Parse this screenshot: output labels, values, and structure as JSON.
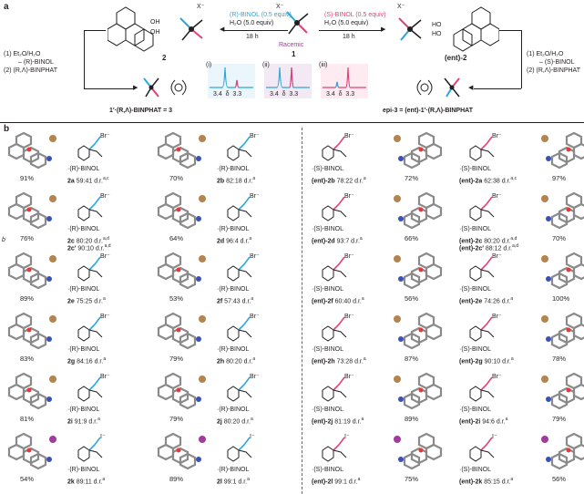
{
  "panel_a": {
    "label": "a",
    "left_reagent": "(R)-BINOL (0.5 equiv)",
    "left_reagent_2": "H₂O (5.0 equiv)",
    "right_reagent": "(S)-BINOL (0.5 equiv)",
    "right_reagent_2": "H₂O (5.0 equiv)",
    "time_left": "18 h",
    "time_right": "18 h",
    "racemic": "Racemic",
    "center_label": "1",
    "left_label": "2",
    "right_label": "(ent)-2",
    "left_steps": [
      "(1)  Et₂O/H₂O",
      "– (R)-BINOL",
      "(2)  (R,Λ)-BINPHAT"
    ],
    "right_steps": [
      "(1)  Et₂O/H₂O",
      "– (S)-BINOL",
      "(2)  (R,Λ)-BINPHAT"
    ],
    "bottom_left": "1′·(R,Λ)-BINPHAT = 3",
    "bottom_right": "epi-3 = (ent)-1′·(R,Λ)-BINPHAT",
    "nmr_panels": [
      {
        "label": "(i)",
        "ticks": [
          "3.4",
          "δ",
          "3.3"
        ],
        "color": "#2ea6dc"
      },
      {
        "label": "(ii)",
        "ticks": [
          "3.4",
          "δ",
          "3.3"
        ],
        "color": "#2ea6dc"
      },
      {
        "label": "(iii)",
        "ticks": [
          "3.4",
          "δ",
          "3.3"
        ],
        "color": "#e0437a"
      }
    ],
    "x_anion": "X⁻",
    "x_anion_2": "X⁻",
    "x_anion_3": "X⁻"
  },
  "panel_b": {
    "label": "b",
    "left_rows": [
      [
        {
          "pct": "91%",
          "binol": "·(R)-BINOL",
          "code": "2a",
          "dr": "59:41 d.r.",
          "sup": "a,c",
          "ion": "Br⁻"
        },
        {
          "pct": "70%",
          "binol": "·(R)-BINOL",
          "code": "2b",
          "dr": "82:18 d.r.",
          "sup": "a",
          "ion": "Br⁻"
        }
      ],
      [
        {
          "pct": "76%",
          "binol": "·(R)-BINOL",
          "code": "2c",
          "dr": "80:20 d.r.",
          "sup": "a,d",
          "code2": "2c′",
          "dr2": "90:10 d.r.",
          "sup2": "a,d",
          "ion": "Br⁻"
        },
        {
          "pct": "64%",
          "binol": "·(R)-BINOL",
          "code": "2d",
          "dr": "96:4 d.r.",
          "sup": "a",
          "ion": "Br⁻"
        }
      ],
      [
        {
          "pct": "89%",
          "binol": "·(R)-BINOL",
          "code": "2e",
          "dr": "75:25 d.r.",
          "sup": "a",
          "ion": "Br⁻"
        },
        {
          "pct": "53%",
          "binol": "·(R)-BINOL",
          "code": "2f",
          "dr": "57:43 d.r.",
          "sup": "a",
          "ion": "Br⁻"
        }
      ],
      [
        {
          "pct": "83%",
          "binol": "·(R)-BINOL",
          "code": "2g",
          "dr": "84:16 d.r.",
          "sup": "a",
          "ion": "Br⁻"
        },
        {
          "pct": "79%",
          "binol": "·(R)-BINOL",
          "code": "2h",
          "dr": "80:20 d.r.",
          "sup": "a",
          "ion": "Br⁻"
        }
      ],
      [
        {
          "pct": "81%",
          "binol": "·(R)-BINOL",
          "code": "2i",
          "dr": "91:9 d.r.",
          "sup": "a",
          "ion": "Br⁻"
        },
        {
          "pct": "79%",
          "binol": "·(R)-BINOL",
          "code": "2j",
          "dr": "80:20 d.r.",
          "sup": "a",
          "ion": "Br⁻"
        }
      ],
      [
        {
          "pct": "54%",
          "binol": "·(R)-BINOL",
          "code": "2k",
          "dr": "89:11 d.r.",
          "sup": "a",
          "ion": "I⁻"
        },
        {
          "pct": "89%",
          "binol": "·(R)-BINOL",
          "code": "2l",
          "dr": "99:1 d.r.",
          "sup": "a",
          "ion": "I⁻"
        }
      ]
    ],
    "right_rows": [
      [
        {
          "pct": "72%",
          "binol": "·(S)-BINOL",
          "code": "(ent)-2b",
          "dr": "78:22 d.r.",
          "sup": "a",
          "ion": "Br⁻"
        },
        {
          "pct": "97%",
          "binol": "·(S)-BINOL",
          "code": "(ent)-2a",
          "dr": "62:38 d.r.",
          "sup": "a,c",
          "ion": "Br⁻"
        }
      ],
      [
        {
          "pct": "66%",
          "binol": "·(S)-BINOL",
          "code": "(ent)-2d",
          "dr": "93:7 d.r.",
          "sup": "a",
          "ion": "Br⁻"
        },
        {
          "pct": "70%",
          "binol": "·(S)-BINOL",
          "code": "(ent)-2c",
          "dr": "80:20 d.r.",
          "sup": "a,d",
          "code2": "(ent)-2c′",
          "dr2": "88:12 d.r.",
          "sup2": "a,d",
          "ion": "Br⁻"
        }
      ],
      [
        {
          "pct": "56%",
          "binol": "·(S)-BINOL",
          "code": "(ent)-2f",
          "dr": "60:40 d.r.",
          "sup": "a",
          "ion": "Br⁻"
        },
        {
          "pct": "100%",
          "binol": "·(S)-BINOL",
          "code": "(ent)-2e",
          "dr": "74:26 d.r.",
          "sup": "a",
          "ion": "Br⁻"
        }
      ],
      [
        {
          "pct": "87%",
          "binol": "·(S)-BINOL",
          "code": "(ent)-2h",
          "dr": "73:28 d.r.",
          "sup": "a",
          "ion": "Br⁻"
        },
        {
          "pct": "78%",
          "binol": "·(S)-BINOL",
          "code": "(ent)-2g",
          "dr": "90:10 d.r.",
          "sup": "a",
          "ion": "Br⁻"
        }
      ],
      [
        {
          "pct": "89%",
          "binol": "·(S)-BINOL",
          "code": "(ent)-2j",
          "dr": "81:19 d.r.",
          "sup": "a",
          "ion": "Br⁻"
        },
        {
          "pct": "79%",
          "binol": "·(S)-BINOL",
          "code": "(ent)-2i",
          "dr": "94:6 d.r.",
          "sup": "a",
          "ion": "Br⁻"
        }
      ],
      [
        {
          "pct": "75%",
          "binol": "·(S)-BINOL",
          "code": "(ent)-2l",
          "dr": "99:1 d.r.",
          "sup": "a",
          "ion": "I⁻"
        },
        {
          "pct": "56%",
          "binol": "·(S)-BINOL",
          "code": "(ent)-2k",
          "dr": "85:15 d.r.",
          "sup": "a",
          "ion": "I⁻"
        }
      ]
    ],
    "side_marker_b": "b"
  },
  "colors": {
    "blue": "#2ea6dc",
    "pink": "#e0437a",
    "purple": "#a23aa0",
    "bead": "#b3844e",
    "gray": "#8a8a8a"
  }
}
